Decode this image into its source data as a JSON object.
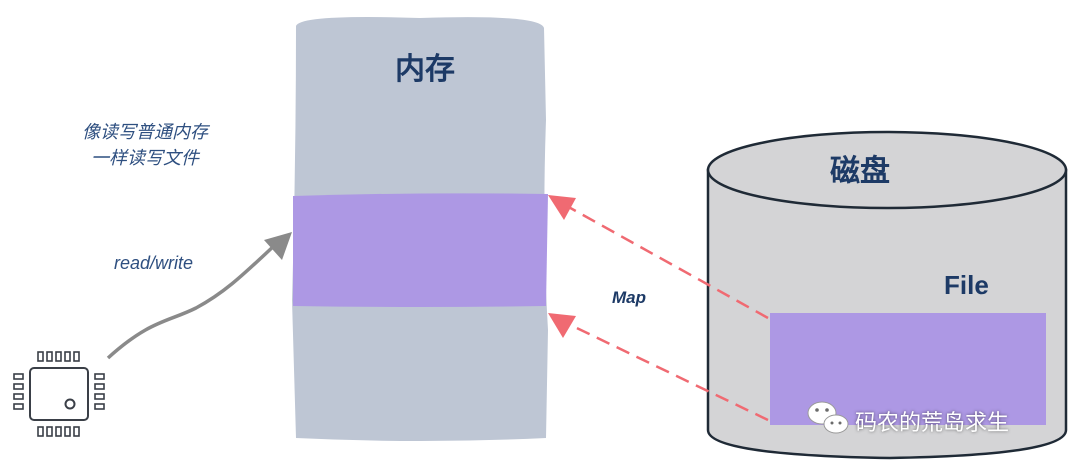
{
  "memory": {
    "title": "内存"
  },
  "disk": {
    "title": "磁盘",
    "file_label": "File"
  },
  "annotation": {
    "line1": "像读写普通内存",
    "line2": "一样读写文件"
  },
  "cpu_link": {
    "label": "read/write"
  },
  "mapping": {
    "label": "Map"
  },
  "watermark": {
    "text": "码农的荒岛求生"
  },
  "colors": {
    "memory_block": "#bec6d4",
    "mapped_region": "#ad98e4",
    "disk_body": "#d4d4d6",
    "map_arrow": "#f06a72",
    "rw_arrow": "#8a8a8a",
    "title_text": "#1d3a66"
  },
  "icons": {
    "cpu": "cpu-chip-icon",
    "wechat": "wechat-icon"
  }
}
